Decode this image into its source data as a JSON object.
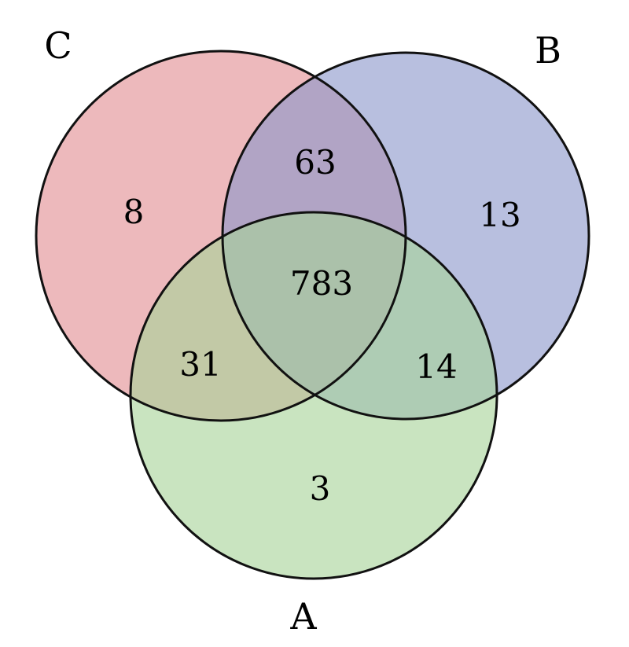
{
  "sets": {
    "a": {
      "label": "A",
      "color": "#a8d49a"
    },
    "b": {
      "label": "B",
      "color": "#8d97cc"
    },
    "c": {
      "label": "C",
      "color": "#e28e93"
    }
  },
  "regions": {
    "c_only": "8",
    "b_only": "13",
    "a_only": "3",
    "b_and_c": "63",
    "a_and_c": "31",
    "a_and_b": "14",
    "a_b_c": "783"
  }
}
